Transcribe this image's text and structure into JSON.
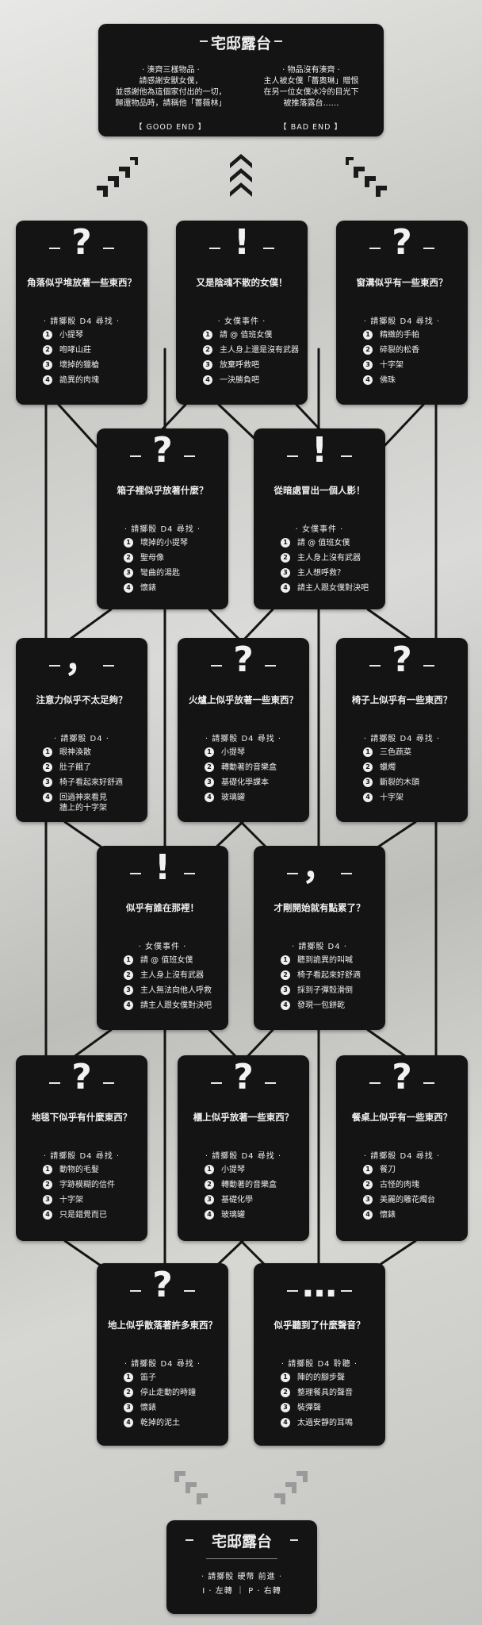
{
  "top": {
    "title": "宅邸露台",
    "good": {
      "lines": [
        "· 湊齊三樣物品 ·",
        "請感謝安獸女僕，",
        "並感謝他為這個家付出的一切，",
        "歸還物品時，請稱他「薔薇林」"
      ],
      "label": "【 GOOD END 】"
    },
    "bad": {
      "lines": [
        "· 物品沒有湊齊 ·",
        "主人被女僕「薔奧琳」贈恨",
        "在另一位女僕冰冷的目光下",
        "被推落露台……"
      ],
      "label": "【 BAD END 】"
    }
  },
  "cards": [
    {
      "mark": "?",
      "title": "角落似乎堆放著一些東西？",
      "sub": "· 請擲骰 D4 尋找 ·",
      "options": [
        "小提琴",
        "咆哮山莊",
        "壞掉的獵槍",
        "詭異的肉塊"
      ]
    },
    {
      "mark": "!",
      "title": "又是陰魂不散的女僕！",
      "sub": "· 女僕事件 ·",
      "options": [
        "請 @ 值班女僕",
        "主人身上還是沒有武器",
        "放棄呼救吧",
        "一決勝負吧"
      ]
    },
    {
      "mark": "?",
      "title": "窗溝似乎有一些東西？",
      "sub": "· 請擲骰 D4 尋找 ·",
      "options": [
        "精緻的手帕",
        "碎裂的松香",
        "十字架",
        "佛珠"
      ]
    },
    {
      "mark": "?",
      "title": "箱子裡似乎放著什麼？",
      "sub": "· 請擲骰 D4 尋找 ·",
      "options": [
        "壞掉的小提琴",
        "聖母像",
        "彎曲的湯匙",
        "懷錶"
      ]
    },
    {
      "mark": "!",
      "title": "從暗處冒出一個人影！",
      "sub": "· 女僕事件 ·",
      "options": [
        "請 @ 值班女僕",
        "主人身上沒有武器",
        "主人想呼救？",
        "請主人跟女僕對決吧"
      ]
    },
    {
      "mark": "，",
      "title": "注意力似乎不太足夠？",
      "sub": "· 請擲骰 D4 ·",
      "options": [
        "眼神渙散",
        "肚子餓了",
        "椅子看起來好舒適",
        "回過神來看見\n牆上的十字架"
      ]
    },
    {
      "mark": "?",
      "title": "火爐上似乎放著一些東西？",
      "sub": "· 請擲骰 D4 尋找 ·",
      "options": [
        "小提琴",
        "轉動著的音樂盒",
        "基礎化學課本",
        "玻璃罐"
      ]
    },
    {
      "mark": "?",
      "title": "椅子上似乎有一些東西？",
      "sub": "· 請擲骰 D4 尋找 ·",
      "options": [
        "三色蔬菜",
        "蠟燭",
        "斷裂的木頭",
        "十字架"
      ]
    },
    {
      "mark": "!",
      "title": "似乎有誰在那裡！",
      "sub": "· 女僕事件 ·",
      "options": [
        "請 @ 值班女僕",
        "主人身上沒有武器",
        "主人無法向他人呼救",
        "請主人跟女僕對決吧"
      ]
    },
    {
      "mark": "，",
      "title": "才剛開始就有點累了？",
      "sub": "· 請擲骰 D4 ·",
      "options": [
        "聽到詭異的叫喊",
        "椅子看起來好舒適",
        "採到子彈殼滑倒",
        "發現一包餅乾"
      ]
    },
    {
      "mark": "?",
      "title": "地毯下似乎有什麼東西？",
      "sub": "· 請擲骰 D4 尋找 ·",
      "options": [
        "動物的毛髮",
        "字跡模糊的信件",
        "十字架",
        "只是錯覺而已"
      ]
    },
    {
      "mark": "?",
      "title": "櫃上似乎放著一些東西？",
      "sub": "· 請擲骰 D4 尋找 ·",
      "options": [
        "小提琴",
        "轉動著的音樂盒",
        "基礎化學",
        "玻璃罐"
      ]
    },
    {
      "mark": "?",
      "title": "餐桌上似乎有一些東西？",
      "sub": "· 請擲骰 D4 尋找 ·",
      "options": [
        "餐刀",
        "古怪的肉塊",
        "美麗的雕花燭台",
        "懷錶"
      ]
    },
    {
      "mark": "?",
      "title": "地上似乎散落著許多東西？",
      "sub": "· 請擲骰 D4 尋找 ·",
      "options": [
        "笛子",
        "停止走動的時鐘",
        "懷錶",
        "乾掉的泥土"
      ]
    },
    {
      "mark": "…",
      "title": "似乎聽到了什麼聲音？",
      "sub": "· 請擲骰 D4 聆聽 ·",
      "options": [
        "陣的的腳步聲",
        "整理餐具的聲音",
        "裝彈聲",
        "太過安靜的耳鳴"
      ]
    }
  ],
  "bottom": {
    "title": "宅邸露台",
    "line1": "· 請擲骰 硬幣 前進 ·",
    "line2": "I · 左轉 ｜ P · 右轉"
  }
}
